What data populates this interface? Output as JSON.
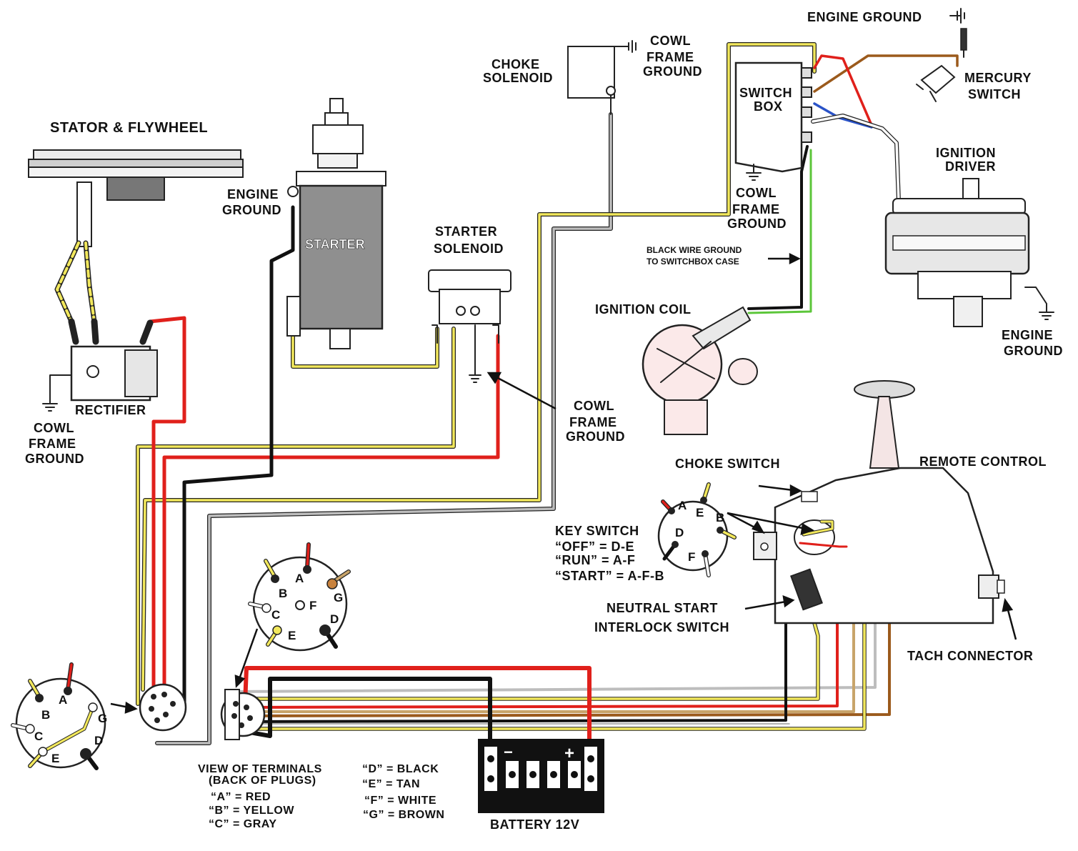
{
  "labels": {
    "stator_flywheel": "STATOR & FLYWHEEL",
    "rectifier": "RECTIFIER",
    "cowl_ground_left": [
      "COWL",
      "FRAME",
      "GROUND"
    ],
    "engine_ground_starter": [
      "ENGINE",
      "GROUND"
    ],
    "starter": "STARTER",
    "starter_solenoid": [
      "STARTER",
      "SOLENOID"
    ],
    "cowl_ground_solenoid": [
      "COWL",
      "FRAME",
      "GROUND"
    ],
    "choke_solenoid": [
      "CHOKE",
      "SOLENOID"
    ],
    "cowl_ground_choke": [
      "COWL",
      "FRAME",
      "GROUND"
    ],
    "switch_box": [
      "SWITCH",
      "BOX"
    ],
    "cowl_ground_switchbox": [
      "COWL",
      "FRAME",
      "GROUND"
    ],
    "black_wire_note": [
      "BLACK WIRE GROUND",
      "TO SWITCHBOX CASE"
    ],
    "engine_ground_top": "ENGINE GROUND",
    "mercury_switch": [
      "MERCURY",
      "SWITCH"
    ],
    "ignition_driver": [
      "IGNITION",
      "DRIVER"
    ],
    "engine_ground_driver": [
      "ENGINE",
      "GROUND"
    ],
    "ignition_coil": "IGNITION COIL",
    "choke_switch": "CHOKE SWITCH",
    "remote_control": "REMOTE CONTROL",
    "key_switch": [
      "KEY SWITCH",
      "“OFF” = D-E",
      "“RUN” = A-F",
      "“START” = A-F-B"
    ],
    "neutral_start": [
      "NEUTRAL START",
      "INTERLOCK SWITCH"
    ],
    "tach_connector": "TACH CONNECTOR",
    "terminals_view": [
      "VIEW OF TERMINALS",
      "(BACK OF PLUGS)"
    ],
    "battery": "BATTERY 12V"
  },
  "legend_left": [
    "“A” = RED",
    "“B” = YELLOW",
    "“C” = GRAY"
  ],
  "legend_right": [
    "“D” = BLACK",
    "“E” = TAN",
    "“F” = WHITE",
    "“G” = BROWN"
  ],
  "plug_pins": {
    "plug_large": [
      "A",
      "B",
      "C",
      "D",
      "E",
      "F",
      "G"
    ],
    "plug_left": [
      "A",
      "B",
      "C",
      "D",
      "E",
      "G"
    ],
    "key_switch": [
      "A",
      "B",
      "D",
      "E",
      "F"
    ]
  },
  "battery_terminals": [
    "−",
    "+"
  ],
  "colors": {
    "red": "#e0201b",
    "yellow": "#f2e85c",
    "black": "#111111",
    "gray": "#a6a6a6",
    "tan": "#c8a46a",
    "white": "#ffffff",
    "brown": "#9b5a1c",
    "green": "#5cc63a",
    "blue": "#2a53c8"
  }
}
